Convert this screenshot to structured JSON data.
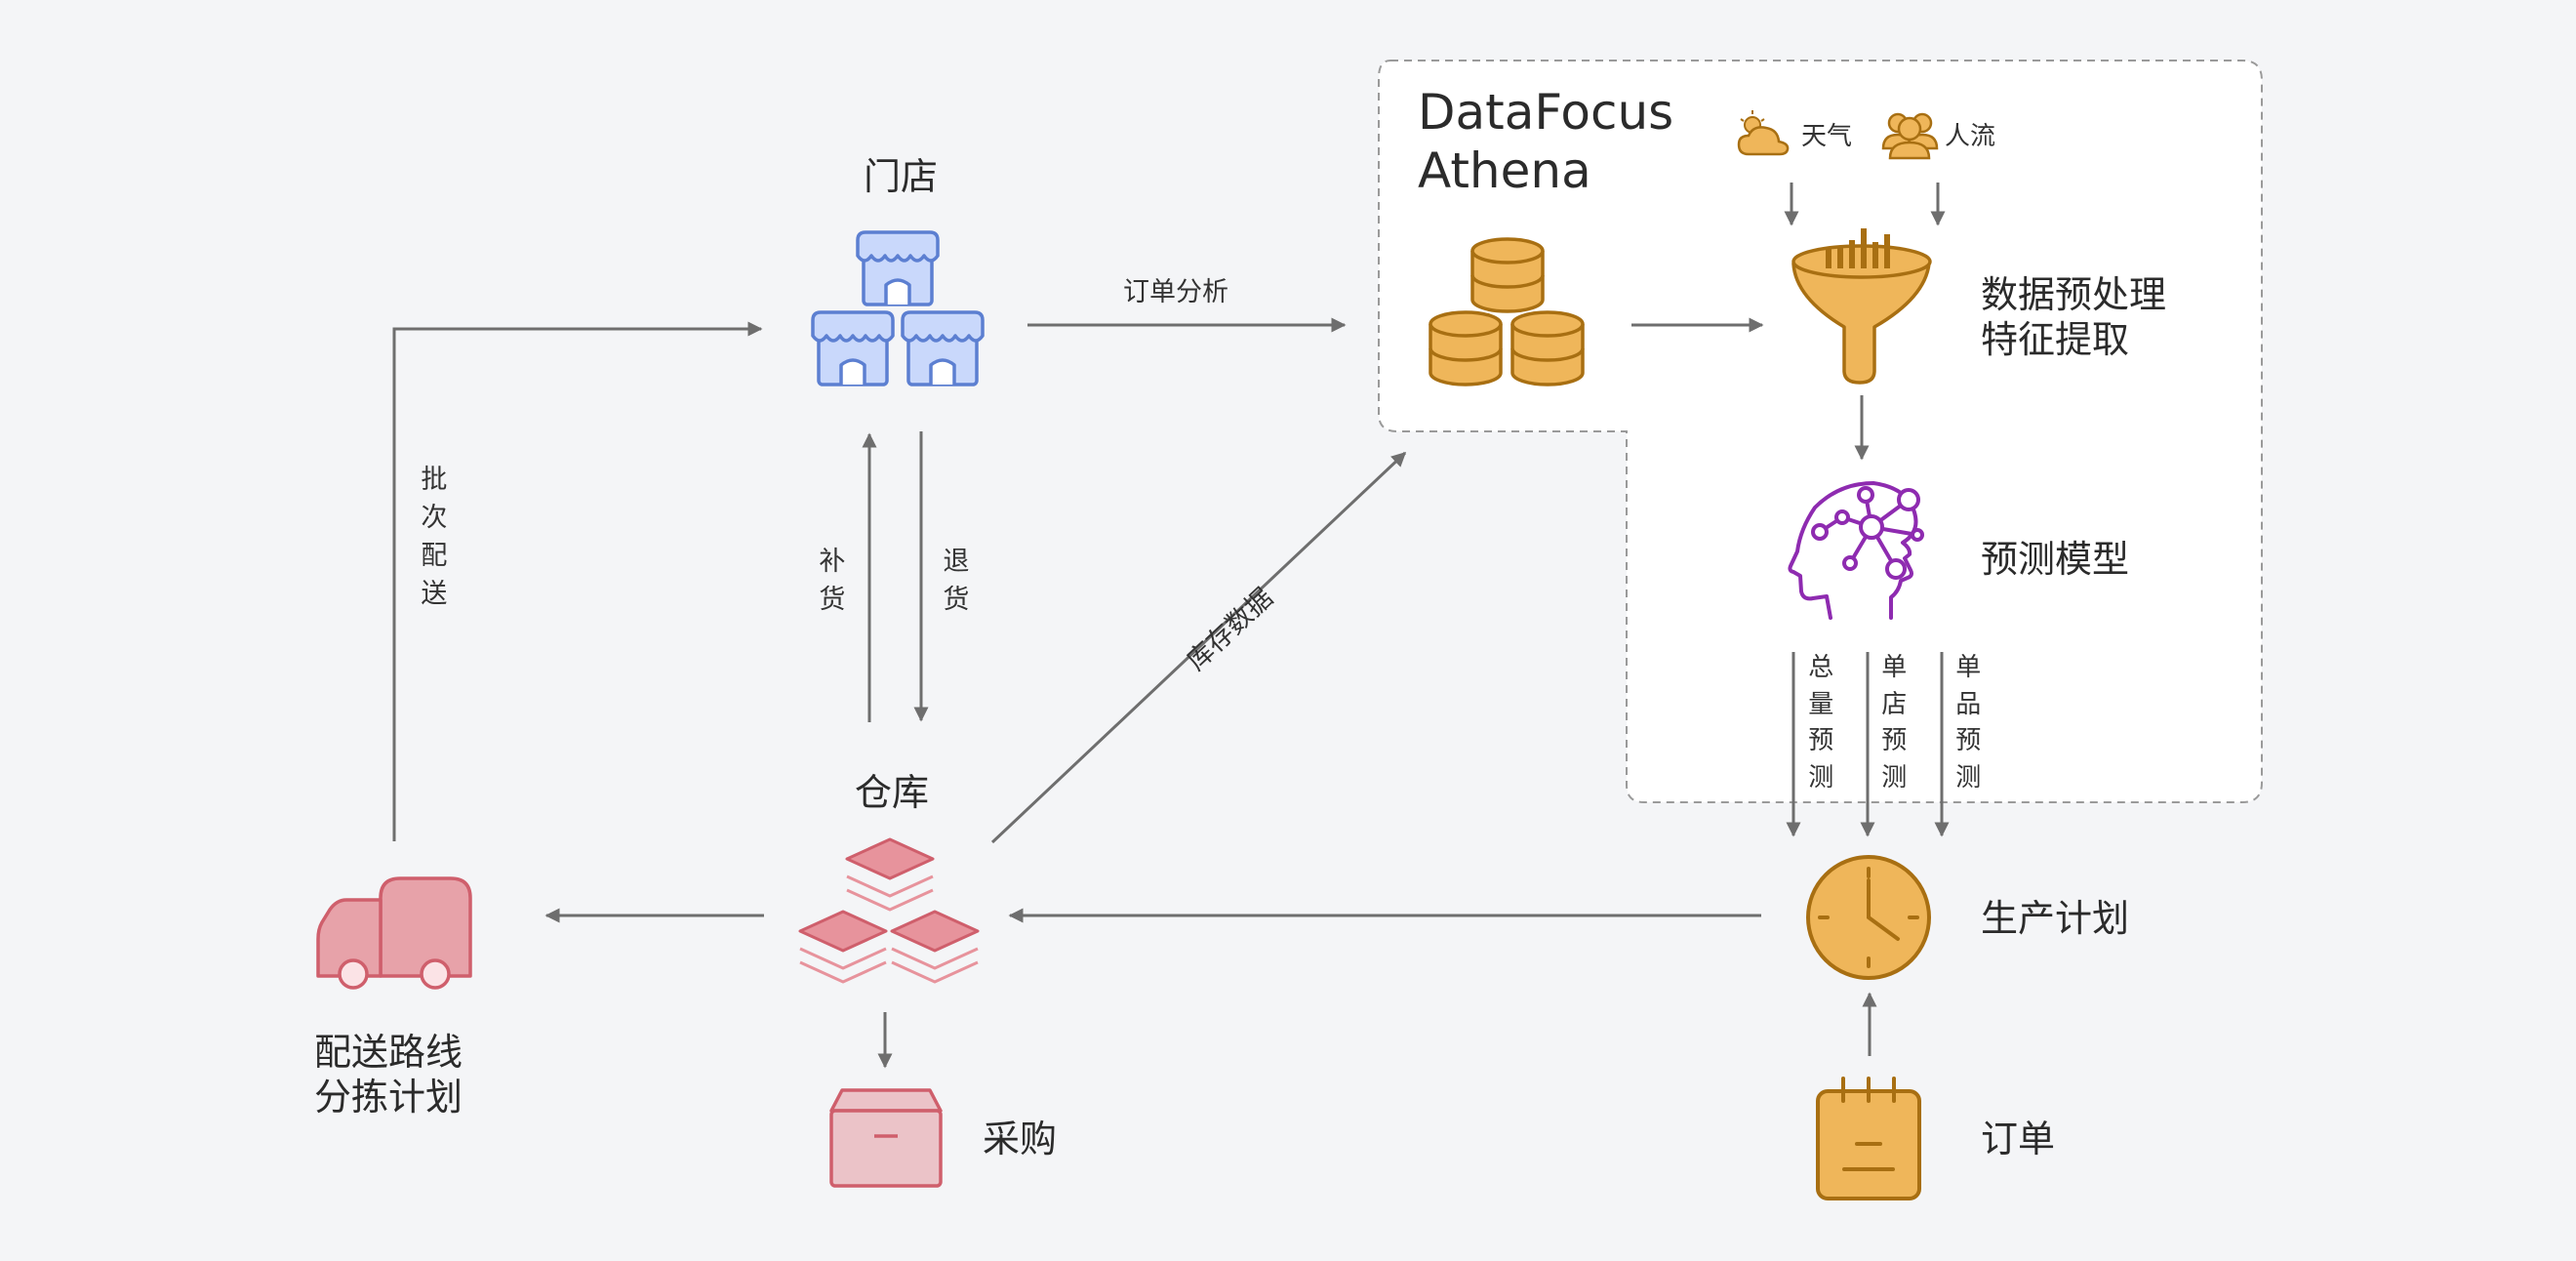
{
  "brand": {
    "line1": "DataFocus",
    "line2": "Athena"
  },
  "inputs": {
    "weather": "天气",
    "people_flow": "人流"
  },
  "nodes": {
    "store": "门店",
    "warehouse": "仓库",
    "delivery": {
      "line1": "配送路线",
      "line2": "分拣计划"
    },
    "purchase": "采购",
    "preprocess": {
      "line1": "数据预处理",
      "line2": "特征提取"
    },
    "model": "预测模型",
    "production": "生产计划",
    "order": "订单"
  },
  "edges": {
    "order_analysis": "订单分析",
    "batch_delivery": "批次配送",
    "replenish": "补货",
    "return": "退货",
    "inventory_data": "库存数据",
    "total_forecast": "总量预测",
    "store_forecast": "单店预测",
    "item_forecast": "单品预测"
  },
  "colors": {
    "store_blue": "#c9d8fb",
    "store_stroke": "#5c7fd1",
    "warehouse_red": "#e7939c",
    "warehouse_stroke": "#cf5f6c",
    "gold": "#efb65a",
    "gold_stroke": "#a86f12",
    "model_purple": "#8e2bb0",
    "arrow_gray": "#6e6e6e"
  }
}
